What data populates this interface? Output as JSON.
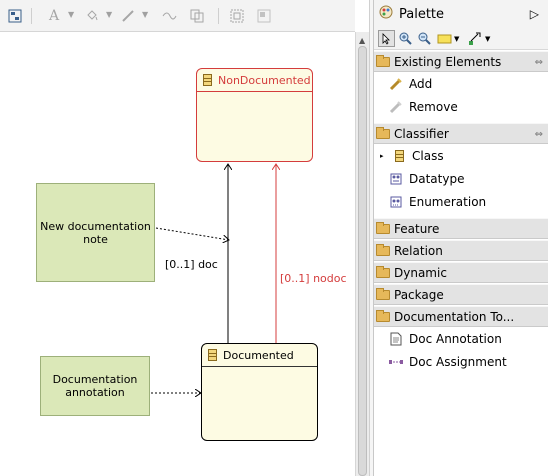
{
  "palette": {
    "title": "Palette",
    "drawers": {
      "existing_elements": {
        "label": "Existing Elements",
        "items": [
          {
            "label": "Add",
            "icon": "add-existing-icon"
          },
          {
            "label": "Remove",
            "icon": "remove-existing-icon"
          }
        ]
      },
      "classifier": {
        "label": "Classifier",
        "items": [
          {
            "label": "Class",
            "icon": "class-icon"
          },
          {
            "label": "Datatype",
            "icon": "datatype-icon"
          },
          {
            "label": "Enumeration",
            "icon": "enumeration-icon"
          }
        ]
      },
      "feature": {
        "label": "Feature"
      },
      "relation": {
        "label": "Relation"
      },
      "dynamic": {
        "label": "Dynamic"
      },
      "package": {
        "label": "Package"
      },
      "documentation_tools": {
        "label": "Documentation To...",
        "items": [
          {
            "label": "Doc Annotation",
            "icon": "doc-annotation-icon"
          },
          {
            "label": "Doc Assignment",
            "icon": "doc-assignment-icon"
          }
        ]
      }
    }
  },
  "diagram": {
    "classes": {
      "non_documented": {
        "name": "NonDocumented",
        "color": "#d43c3c"
      },
      "documented": {
        "name": "Documented",
        "color": "#000000"
      }
    },
    "notes": {
      "new_documentation": {
        "text": "New documentation note"
      },
      "documentation_annotation": {
        "text": "Documentation annotation"
      }
    },
    "references": {
      "doc": {
        "label": "[0..1] doc",
        "color": "#000000"
      },
      "nodoc": {
        "label": "[0..1] nodoc",
        "color": "#d43c3c"
      }
    },
    "note_color": "#dbe8b8",
    "class_fill": "#fdfbe3"
  }
}
